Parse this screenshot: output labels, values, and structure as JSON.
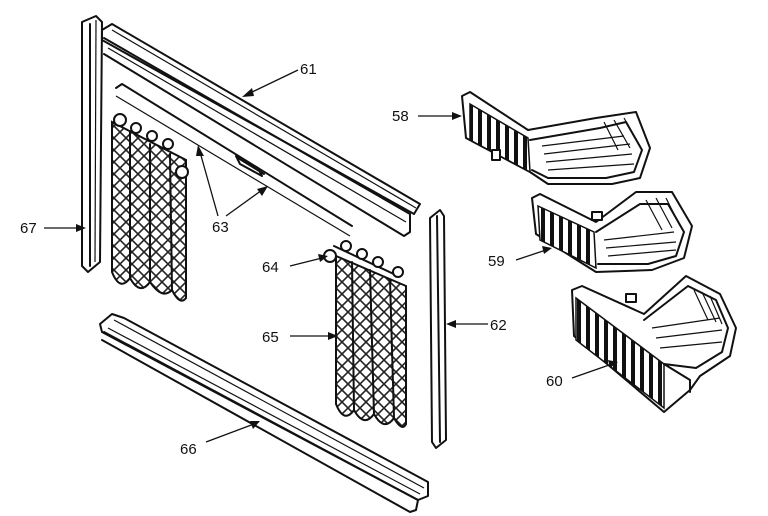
{
  "labels": {
    "p58": "58",
    "p59": "59",
    "p60": "60",
    "p61": "61",
    "p62": "62",
    "p63": "63",
    "p64": "64",
    "p65": "65",
    "p66": "66",
    "p67": "67"
  },
  "colors": {
    "ink": "#111111",
    "paper": "#ffffff"
  }
}
